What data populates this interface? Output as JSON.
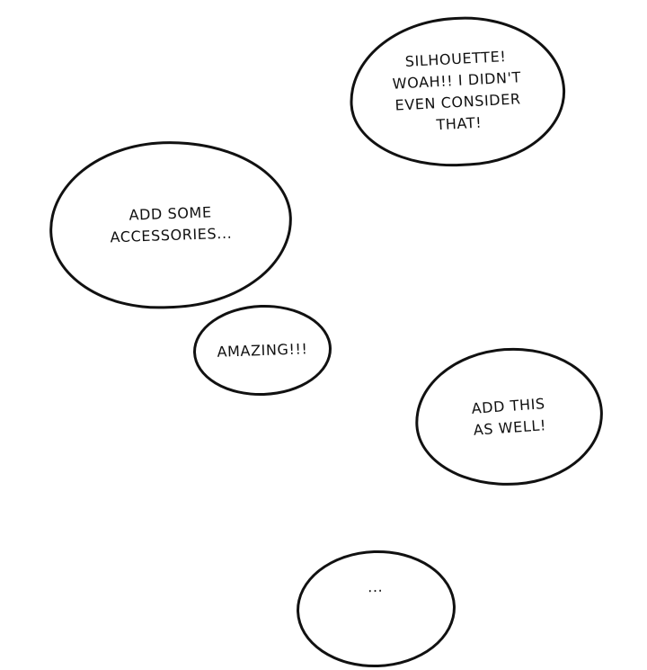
{
  "bubbles": [
    {
      "text": "SILHOUETTE!\nWOAH!! I DIDN'T\nEVEN CONSIDER\nTHAT!"
    },
    {
      "text": "ADD SOME\nACCESSORIES..."
    },
    {
      "text": "AMAZING!!!"
    },
    {
      "text": "ADD THIS\nAS WELL!"
    },
    {
      "text": "..."
    }
  ],
  "colors": {
    "background": "#ffffff",
    "ink": "#111111"
  }
}
